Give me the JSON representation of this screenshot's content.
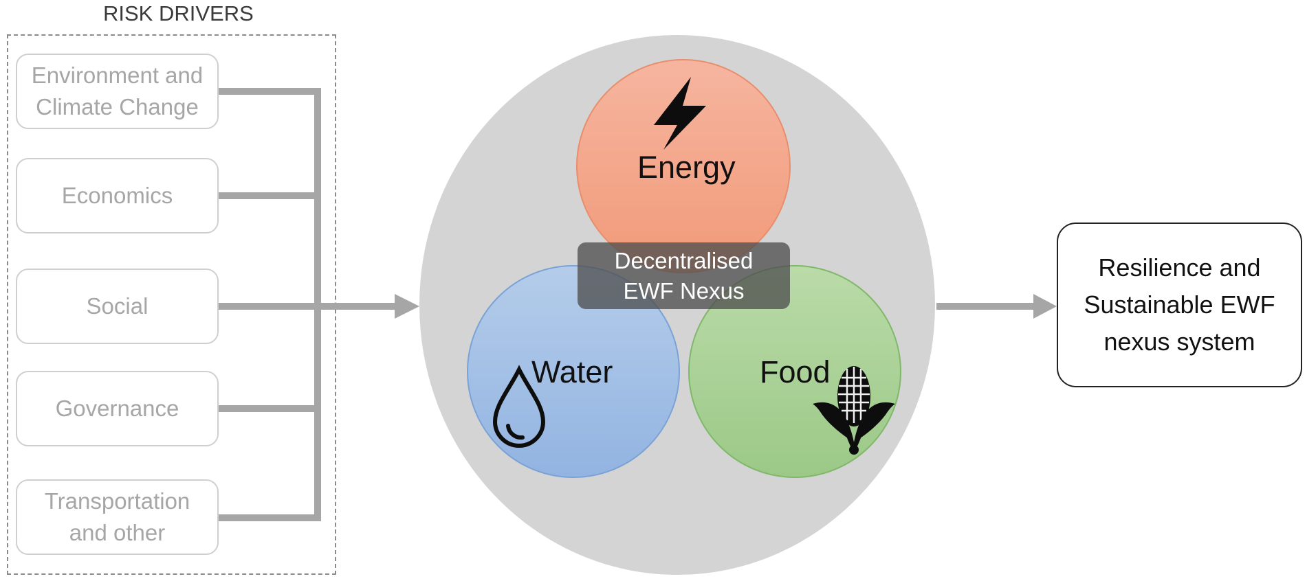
{
  "risk_drivers": {
    "title": "RISK DRIVERS",
    "items": [
      {
        "label": "Environment and\nClimate Change"
      },
      {
        "label": "Economics"
      },
      {
        "label": "Social"
      },
      {
        "label": "Governance"
      },
      {
        "label": "Transportation\nand other"
      }
    ]
  },
  "nexus": {
    "center_label": "Decentralised\nEWF Nexus",
    "circles": [
      {
        "label": "Energy",
        "icon": "lightning-bolt-icon",
        "color": "#f4a88a"
      },
      {
        "label": "Water",
        "icon": "water-drop-icon",
        "color": "#9dbde6"
      },
      {
        "label": "Food",
        "icon": "corn-icon",
        "color": "#a7d191"
      }
    ],
    "background_color": "#d4d4d4"
  },
  "outcome": {
    "label": "Resilience and\nSustainable EWF\nnexus system"
  },
  "colors": {
    "connector": "#a6a6a6",
    "driver_text": "#a6a6a6"
  }
}
